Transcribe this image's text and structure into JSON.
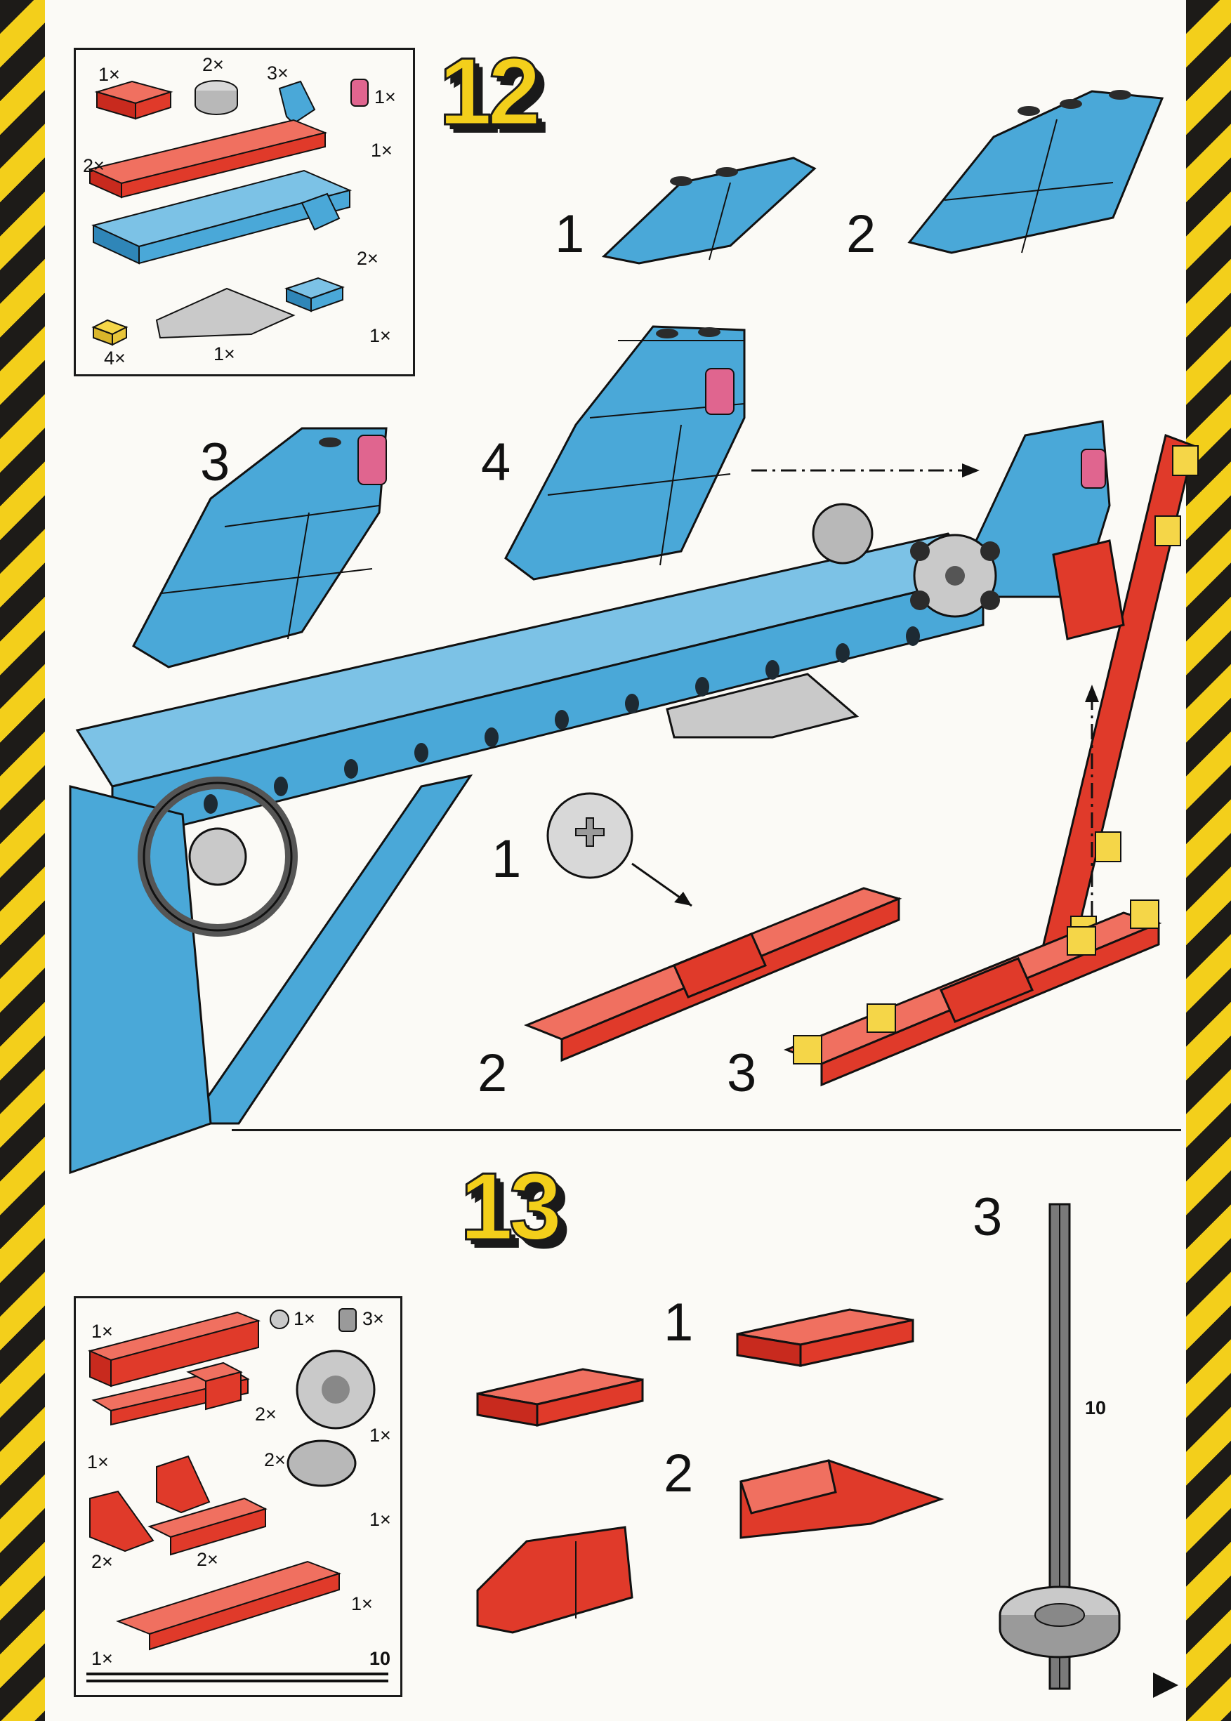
{
  "colors": {
    "stripe_black": "#1d1b18",
    "stripe_yellow": "#f3cf1b",
    "brick_blue": "#4aa8d8",
    "brick_red": "#e03a2a",
    "brick_gray": "#c9c9c9",
    "brick_pink": "#e0658f",
    "brick_yellow": "#f5d648"
  },
  "step12": {
    "number": "12",
    "parts": [
      "1×",
      "2×",
      "3×",
      "1×",
      "2×",
      "1×",
      "2×",
      "1×",
      "4×",
      "1×"
    ],
    "substeps": [
      "1",
      "2",
      "3",
      "4"
    ],
    "rotor_substeps": [
      "1",
      "2",
      "3"
    ]
  },
  "step13": {
    "number": "13",
    "parts": [
      "1×",
      "1×",
      "3×",
      "2×",
      "1×",
      "1×",
      "2×",
      "1×",
      "2×",
      "2×",
      "1×",
      "1×"
    ],
    "axle_label": "1×",
    "axle_length": "10",
    "substeps": [
      "1",
      "2",
      "3"
    ],
    "axle_number": "10"
  },
  "icons": {
    "next": "next-page-arrow-icon"
  }
}
